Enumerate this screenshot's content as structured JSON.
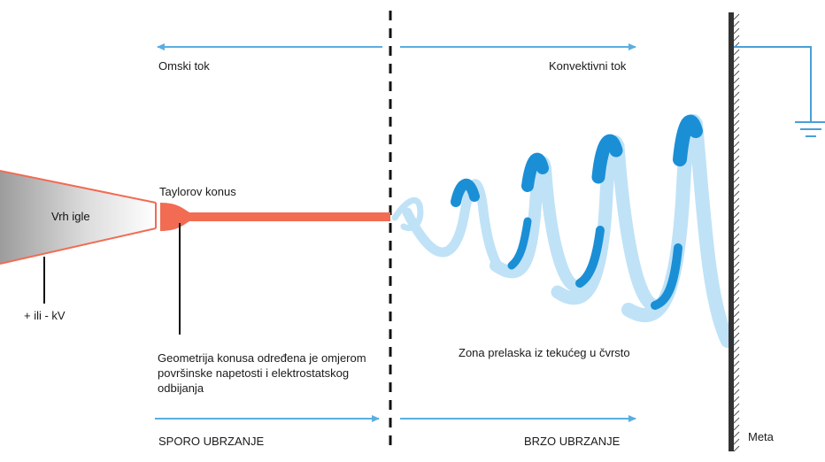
{
  "labels": {
    "ohmic_flow": "Omski tok",
    "convective_flow": "Konvektivni tok",
    "taylor_cone": "Taylorov konus",
    "needle_tip": "Vrh igle",
    "voltage": "+ ili - kV",
    "cone_geometry": "Geometrija konusa određena je omjerom površinske napetosti i elektrostatskog odbijanja",
    "transition_zone": "Zona prelaska iz tekućeg u čvrsto",
    "slow_acceleration": "SPORO UBRZANJE",
    "fast_acceleration": "BRZO UBRZANJE",
    "target": "Meta"
  },
  "colors": {
    "arrow": "#5aaee0",
    "jet": "#f26b53",
    "needle_edge": "#f26b53",
    "spiral_dark": "#1a8fd6",
    "spiral_light": "#bfe2f7",
    "plate": "#333333",
    "divider": "#111111"
  }
}
